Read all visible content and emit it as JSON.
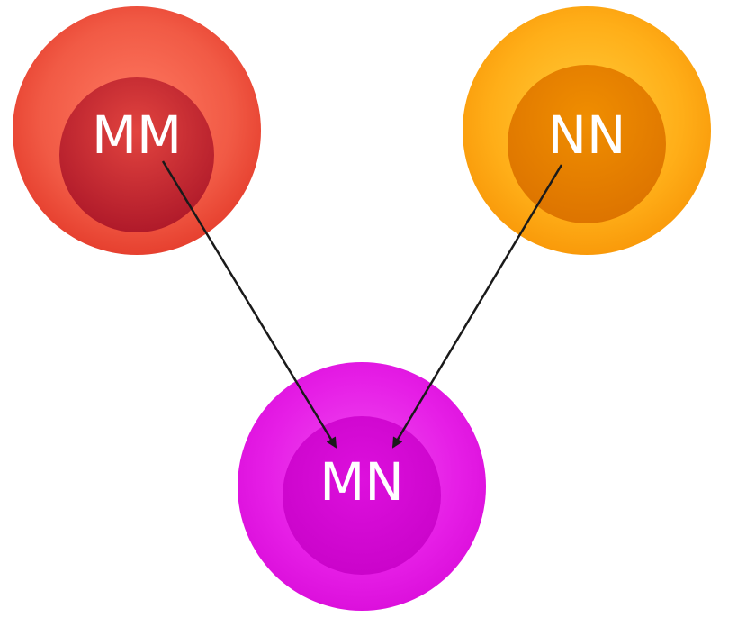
{
  "nodes": [
    {
      "id": "MM",
      "label": "MM",
      "outer_color": "#ee4f3c",
      "inner_color": "#c0232c"
    },
    {
      "id": "NN",
      "label": "NN",
      "outer_color": "#ffa812",
      "inner_color": "#e57d00"
    },
    {
      "id": "MN",
      "label": "MN",
      "outer_color": "#e81ae8",
      "inner_color": "#cf06cd"
    }
  ],
  "edges": [
    {
      "from": "MM",
      "to": "MN"
    },
    {
      "from": "NN",
      "to": "MN"
    }
  ],
  "arrow_color": "#1a1a1a"
}
